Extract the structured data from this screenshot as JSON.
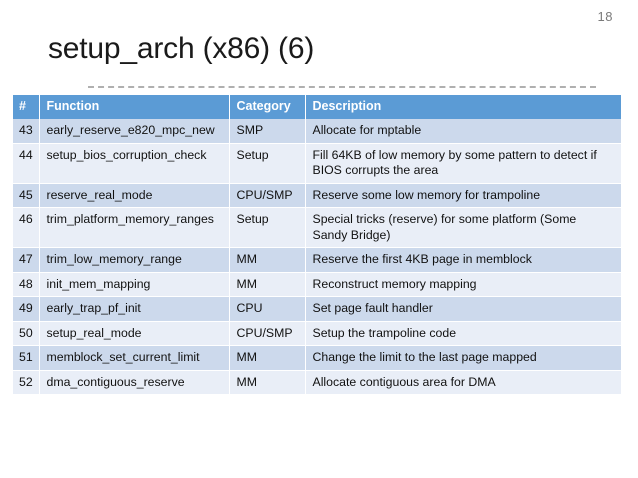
{
  "slide": {
    "page_number": "18",
    "title": "setup_arch (x86) (6)"
  },
  "colors": {
    "header_blue": "#5b9bd5",
    "row_dark": "#ccd9ec",
    "row_light": "#e9eef7",
    "title_text": "#1a1a1a",
    "page_number_text": "#7a7a7a",
    "guide_dash": "#b0b0b0"
  },
  "table": {
    "headers": [
      "#",
      "Function",
      "Category",
      "Description"
    ],
    "rows": [
      {
        "num": "43",
        "function": "early_reserve_e820_mpc_new",
        "category": "SMP",
        "description": "Allocate for mptable"
      },
      {
        "num": "44",
        "function": "setup_bios_corruption_check",
        "category": "Setup",
        "description": "Fill 64KB of low memory by some pattern to detect if BIOS corrupts the area"
      },
      {
        "num": "45",
        "function": "reserve_real_mode",
        "category": "CPU/SMP",
        "description": "Reserve some low memory for trampoline"
      },
      {
        "num": "46",
        "function": "trim_platform_memory_ranges",
        "category": "Setup",
        "description": "Special tricks (reserve) for some platform (Some Sandy Bridge)"
      },
      {
        "num": "47",
        "function": "trim_low_memory_range",
        "category": "MM",
        "description": "Reserve the first 4KB page in memblock"
      },
      {
        "num": "48",
        "function": "init_mem_mapping",
        "category": "MM",
        "description": "Reconstruct memory mapping"
      },
      {
        "num": "49",
        "function": "early_trap_pf_init",
        "category": "CPU",
        "description": "Set page fault handler"
      },
      {
        "num": "50",
        "function": "setup_real_mode",
        "category": "CPU/SMP",
        "description": "Setup the trampoline code"
      },
      {
        "num": "51",
        "function": "memblock_set_current_limit",
        "category": "MM",
        "description": "Change the limit to the last page mapped"
      },
      {
        "num": "52",
        "function": "dma_contiguous_reserve",
        "category": "MM",
        "description": "Allocate contiguous area for DMA"
      }
    ]
  }
}
